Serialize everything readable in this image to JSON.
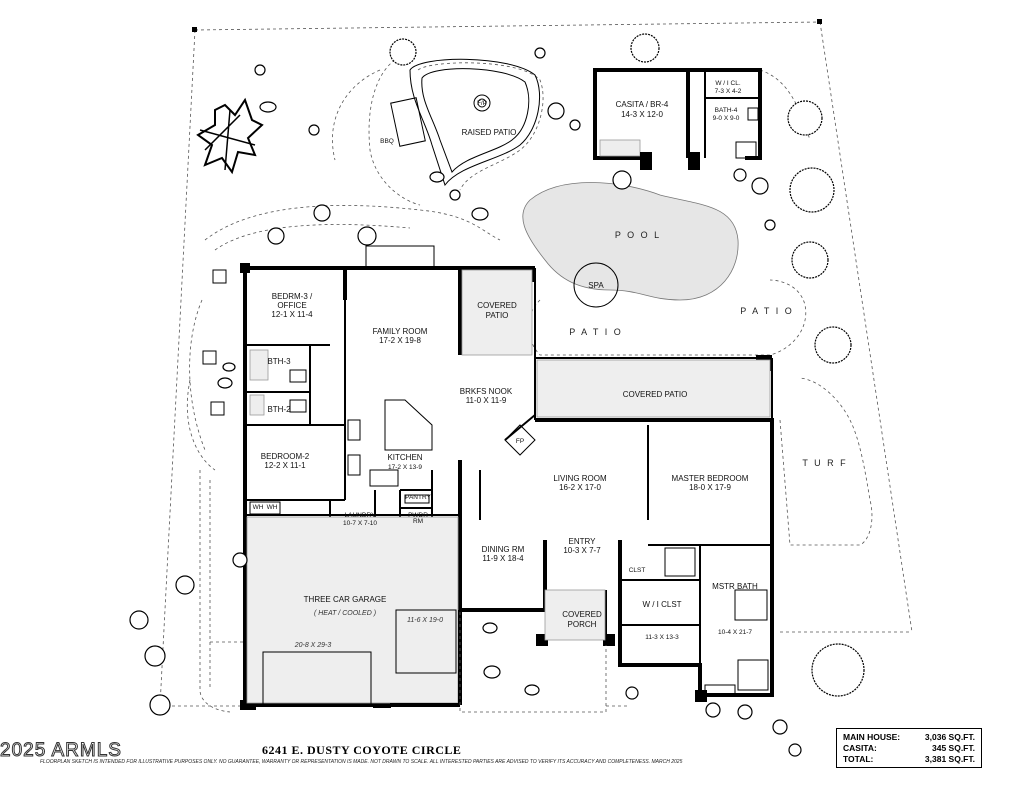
{
  "address": "6241 E. DUSTY COYOTE CIRCLE",
  "disclaimer": "FLOORPLAN SKETCH IS INTENDED FOR ILLUSTRATIVE PURPOSES ONLY.  NO GUARANTEE, WARRANTY OR REPRESENTATION IS MADE.  NOT DRAWN TO SCALE.  ALL INTERESTED PARTIES ARE ADVISED TO VERIFY ITS ACCURACY AND COMPLETENESS.      MARCH 2025",
  "watermark": "2025 ARMLS",
  "sqft": [
    {
      "label": "MAIN HOUSE:",
      "value": "3,036 SQ.FT."
    },
    {
      "label": "CASITA:",
      "value": "345 SQ.FT."
    },
    {
      "label": "TOTAL:",
      "value": "3,381 SQ.FT."
    }
  ],
  "rooms": {
    "casita": {
      "name": "CASITA / BR-4",
      "dims": "14-3  X  12-0"
    },
    "wic_casita": {
      "name": "W / I  CL.",
      "dims": "7-3 X 4-2"
    },
    "bath4": {
      "name": "BATH-4",
      "dims": "9-0 X 9-0"
    },
    "raised_patio": {
      "name": "RAISED PATIO"
    },
    "fp_patio": {
      "name": "F/P"
    },
    "bbq": {
      "name": "BBQ"
    },
    "pool": {
      "name": "P O O L"
    },
    "spa": {
      "name": "SPA"
    },
    "patio_a": {
      "name": "P A T I O"
    },
    "patio_b": {
      "name": "P A T I O"
    },
    "bedroom3": {
      "name": "BEDRM-3 /",
      "name2": "OFFICE",
      "dims": "12-1 X 11-4"
    },
    "family": {
      "name": "FAMILY ROOM",
      "dims": "17-2  X  19-8"
    },
    "covered_patio_1": {
      "name": "COVERED",
      "name2": "PATIO"
    },
    "bth3": {
      "name": "BTH-3"
    },
    "bth2": {
      "name": "BTH-2"
    },
    "brkfs": {
      "name": "BRKFS NOOK",
      "dims": "11-0  X  11-9"
    },
    "covered_patio_2": {
      "name": "COVERED PATIO"
    },
    "fp_living": {
      "name": "FP"
    },
    "bedroom2": {
      "name": "BEDROOM-2",
      "dims": "12-2  X  11-1"
    },
    "kitchen": {
      "name": "KITCHEN",
      "dims": "17-2  X  13-9"
    },
    "living": {
      "name": "LIVING ROOM",
      "dims": "16-2  X  17-0"
    },
    "master": {
      "name": "MASTER BEDROOM",
      "dims": "18-0  X  17-9"
    },
    "turf": {
      "name": "T U R F"
    },
    "pantry": {
      "name": "PANTRY"
    },
    "laundry": {
      "name": "LAUNDRY",
      "dims": "10-7 X 7-10"
    },
    "pwdr": {
      "name": "PWDR",
      "name2": "RM"
    },
    "entry": {
      "name": "ENTRY",
      "dims": "10-3  X  7-7"
    },
    "dining": {
      "name": "DINING RM",
      "dims": "11-9  X  18-4"
    },
    "clst": {
      "name": "CLST"
    },
    "mstr_bath": {
      "name": "MSTR BATH",
      "dims": "10-4  X  21-7"
    },
    "wi_clst": {
      "name": "W / I  CLST",
      "dims": "11-3  X  13-3"
    },
    "garage": {
      "name": "THREE CAR GARAGE",
      "sub": "( HEAT / COOLED )",
      "dims_a": "20-8  X  29-3",
      "dims_b": "11-6  X  19-0"
    },
    "covered_porch": {
      "name": "COVERED",
      "name2": "PORCH"
    },
    "wh1": {
      "name": "WH"
    },
    "wh2": {
      "name": "WH"
    }
  }
}
